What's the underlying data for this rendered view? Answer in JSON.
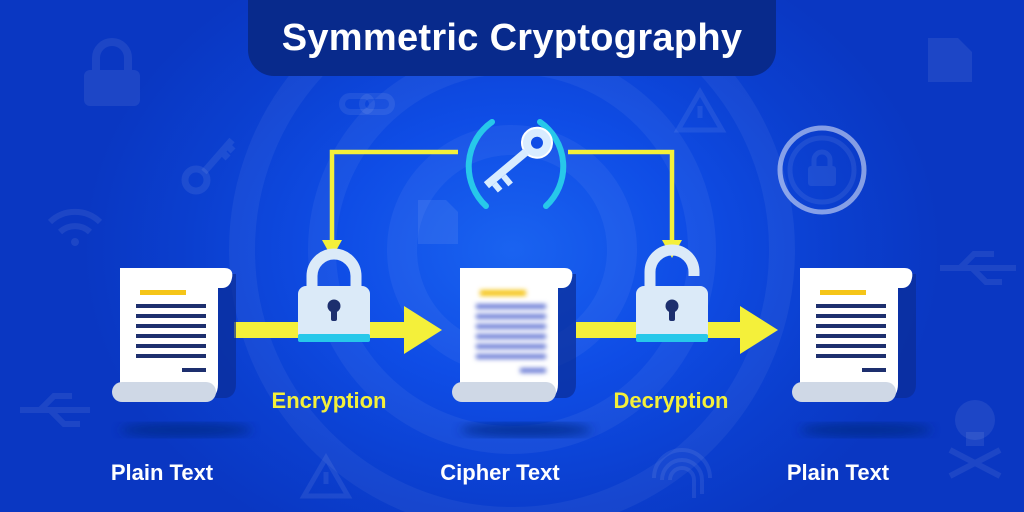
{
  "title": "Symmetric Cryptography",
  "stages": [
    {
      "label": "Plain Text"
    },
    {
      "label": "Cipher Text"
    },
    {
      "label": "Plain Text"
    }
  ],
  "processes": [
    {
      "label": "Encryption"
    },
    {
      "label": "Decryption"
    }
  ],
  "colors": {
    "background": "#0f4de6",
    "title_bar": "#082a8c",
    "arrow": "#f4f03a",
    "accent": "#27c8ea",
    "document_line": "#1d2f6e",
    "document_header": "#f5c518"
  },
  "icons": [
    "key-icon",
    "locked-padlock-icon",
    "unlocked-padlock-icon",
    "document-icon",
    "encrypted-document-icon"
  ]
}
